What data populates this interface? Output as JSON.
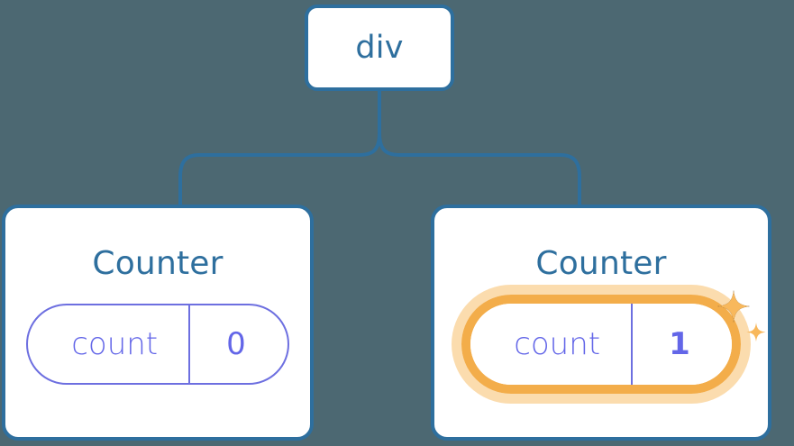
{
  "theme": {
    "background": "#4C6872",
    "card_background": "#FFFFFF",
    "border_blue": "#2E6F9E",
    "title_blue": "#2E6F9E",
    "state_indigo": "#6366E8",
    "pill_border_indigo": "#6D6FE0",
    "highlight_orange": "#F3AD4A",
    "highlight_glow": "#FBDCAE"
  },
  "diagram": {
    "type": "component-tree",
    "root": {
      "id": "div",
      "label": "div"
    },
    "children": [
      {
        "id": "counter-left",
        "label": "Counter",
        "state": {
          "key": "count",
          "value": "0"
        },
        "highlighted": false
      },
      {
        "id": "counter-right",
        "label": "Counter",
        "state": {
          "key": "count",
          "value": "1"
        },
        "highlighted": true,
        "decorations": [
          "sparkle-large-icon",
          "sparkle-small-icon"
        ]
      }
    ]
  }
}
